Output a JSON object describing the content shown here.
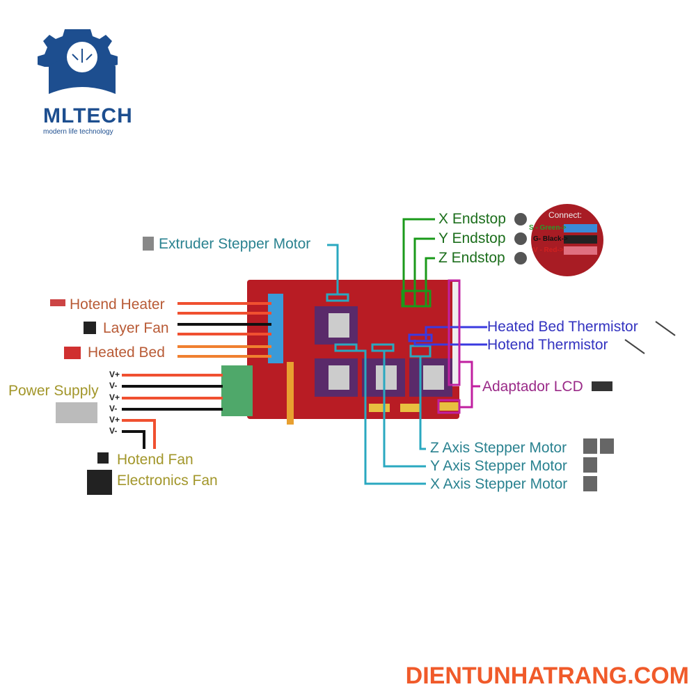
{
  "logo": {
    "name": "MLTECH",
    "tagline": "modern life technology"
  },
  "labels": {
    "extruder": "Extruder Stepper Motor",
    "hotend_heater": "Hotend Heater",
    "layer_fan": "Layer Fan",
    "heated_bed": "Heated Bed",
    "power_supply": "Power Supply",
    "hotend_fan": "Hotend Fan",
    "electronics_fan": "Electronics Fan",
    "x_endstop": "X Endstop",
    "y_endstop": "Y Endstop",
    "z_endstop": "Z Endstop",
    "bed_thermistor": "Heated Bed Thermistor",
    "hotend_thermistor": "Hotend Thermistor",
    "lcd": "Adaptador LCD",
    "z_motor": "Z Axis Stepper Motor",
    "y_motor": "Y Axis Stepper Motor",
    "x_motor": "X Axis Stepper Motor"
  },
  "power_pins": [
    "V+",
    "V-",
    "V+",
    "V-",
    "V+",
    "V-"
  ],
  "connect": {
    "title": "Connect:",
    "s": "S - Green->",
    "g": "G- Black->",
    "v": "V - Red->"
  },
  "watermark": "DIENTUNHATRANG.COM",
  "colors": {
    "board": "#b81c24",
    "teal": "#2aa8c0",
    "green": "#1a9a1a",
    "blue": "#3a3ae0",
    "magenta": "#c020a0"
  }
}
